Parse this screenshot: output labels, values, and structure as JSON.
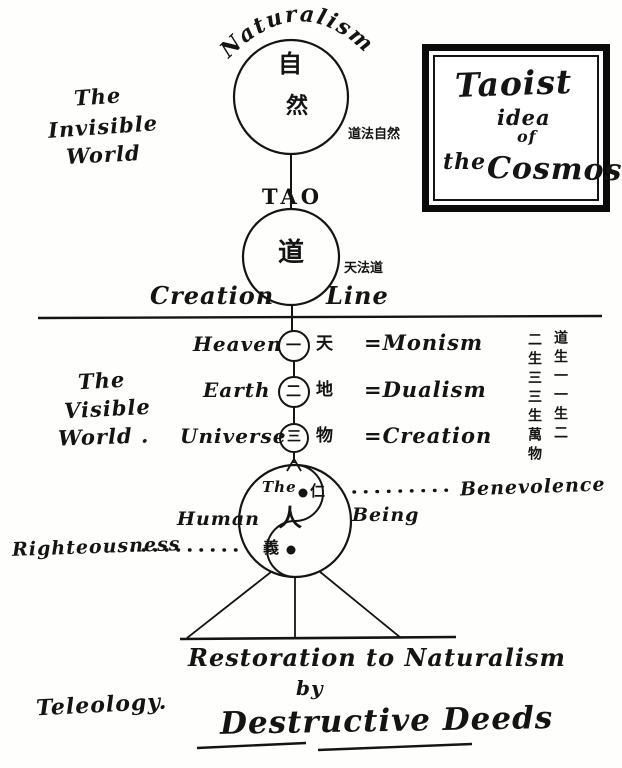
{
  "page": {
    "ink": "#141414"
  },
  "title_box": {
    "line1": "Taoist",
    "line2": "idea",
    "line3": "of",
    "line4_small": "the",
    "line4_big": "Cosmos"
  },
  "top": {
    "arc_label": "Naturalism",
    "circle_char_top": "自",
    "circle_char_bottom": "然",
    "side_note": "道法自然"
  },
  "tao": {
    "label": "TAO",
    "circle_char": "道",
    "side_note": "天法道"
  },
  "creation": {
    "left": "Creation",
    "right": "Line"
  },
  "invisible_world": {
    "l1": "The",
    "l2": "Invisible",
    "l3": "World"
  },
  "visible_world": {
    "l1": "The",
    "l2": "Visible",
    "l3": "World ."
  },
  "rows": [
    {
      "name": "Heaven",
      "symbol": "一",
      "cn": "天",
      "equals": "=Monism"
    },
    {
      "name": "Earth",
      "symbol": "二",
      "cn": "地",
      "equals": "=Dualism"
    },
    {
      "name": "Universe",
      "symbol": "三",
      "cn": "物",
      "equals": "=Creation"
    }
  ],
  "verse": {
    "right": "道生一一生二",
    "left": "二生三三生萬物"
  },
  "human": {
    "the": "The",
    "ren": "仁",
    "person": "人",
    "yi": "義",
    "left": "Human",
    "right": "Being",
    "benevolence": "Benevolence",
    "righteousness": "Righteousness"
  },
  "bottom": {
    "line1": "Restoration to Naturalism",
    "line2": "by",
    "line3": "Destructive Deeds",
    "teleology": "Teleology."
  }
}
